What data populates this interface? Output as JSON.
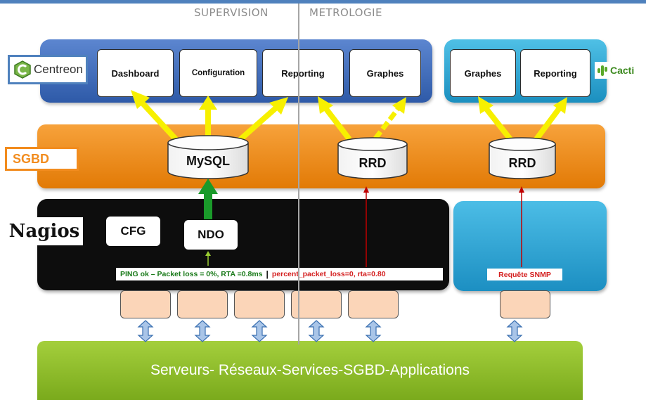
{
  "header": {
    "left": "SUPERVISION",
    "right": "METROLOGIE"
  },
  "centreon": {
    "logo": "Centreon",
    "boxes": [
      "Dashboard",
      "Configuration",
      "Reporting",
      "Graphes"
    ]
  },
  "cacti": {
    "logo": "Cacti",
    "boxes": [
      "Graphes",
      "Reporting"
    ]
  },
  "sgbd": {
    "label": "SGBD",
    "databases": [
      "MySQL",
      "RRD",
      "RRD"
    ]
  },
  "nagios": {
    "logo": "Nagios",
    "boxes": [
      "CFG",
      "NDO"
    ],
    "ping_text": "PING ok – Packet loss = 0%, RTA =0.8ms",
    "separator": "|",
    "perf_text": "percent_packet_loss=0, rta=0.80"
  },
  "snmp": {
    "label": "Requête SNMP"
  },
  "servers": {
    "label": "Serveurs- Réseaux-Services-SGBD-Applications"
  },
  "colors": {
    "centreon_blue": "#2e5aa8",
    "cacti_blue": "#1b8fbf",
    "sgbd_orange": "#e27a06",
    "nagios_black": "#0d0d0d",
    "green_band": "#7aaa1c",
    "arrow_yellow": "#f7f000",
    "arrow_green": "#1a9a2a",
    "arrow_red": "#c00000",
    "ping_green": "#1a7a1a",
    "perf_red": "#d42020"
  }
}
